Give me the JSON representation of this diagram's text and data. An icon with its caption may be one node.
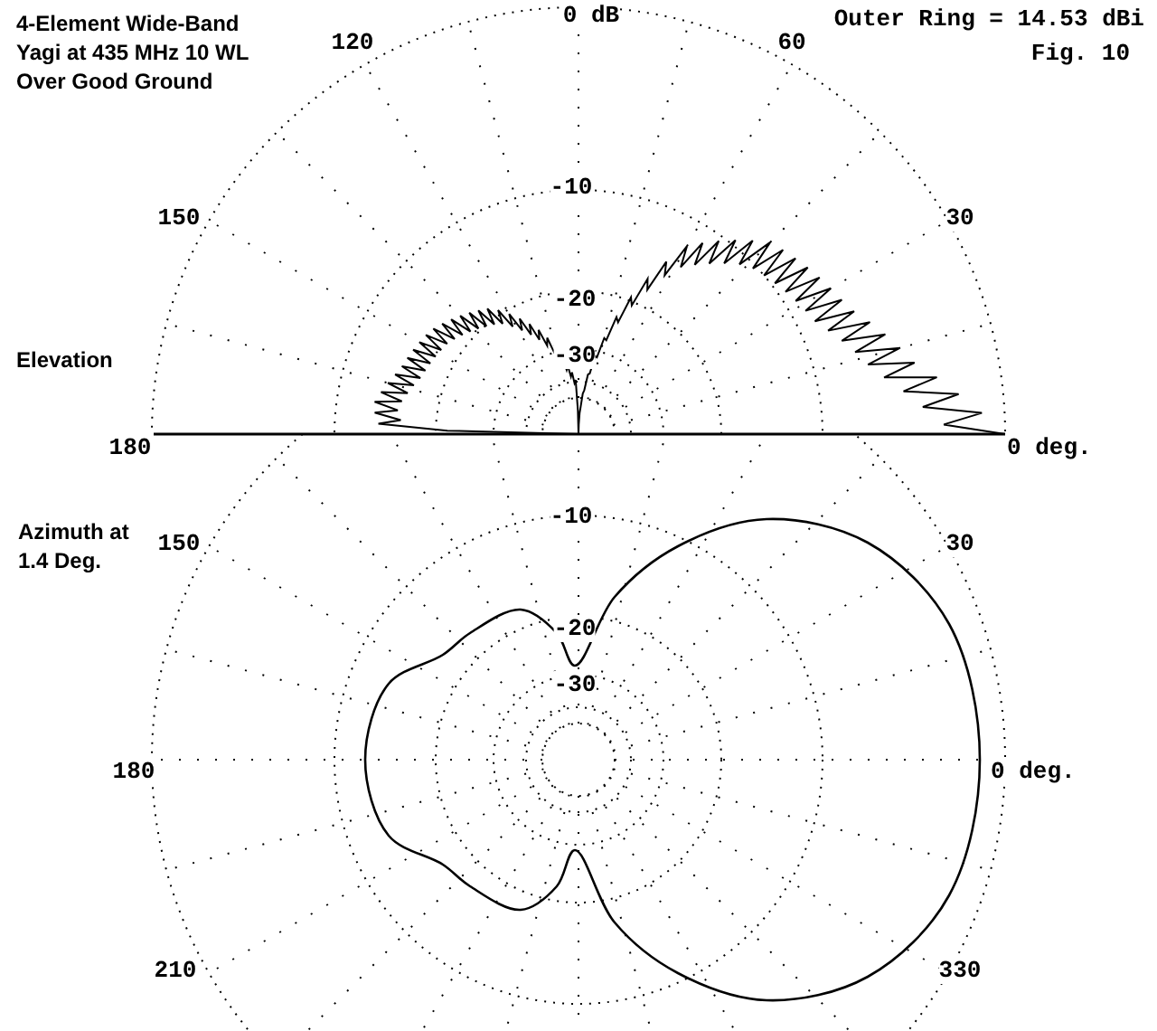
{
  "diagram": {
    "title": "4-Element Wide-Band Yagi at 435 MHz 10 WL Over Good Ground",
    "caption": "Fig. 10",
    "labels": [
      "0 dB",
      "Outer Ring = 14.53 dBi",
      "120",
      "60",
      "150",
      "30",
      "-10",
      "-20",
      "Elevation",
      "-30",
      "180",
      "0 deg.",
      "-10",
      "Azimuth at 1.4 Deg.",
      "150",
      "30",
      "-20",
      "-30",
      "180",
      "0 deg.",
      "210",
      "330"
    ]
  }
}
